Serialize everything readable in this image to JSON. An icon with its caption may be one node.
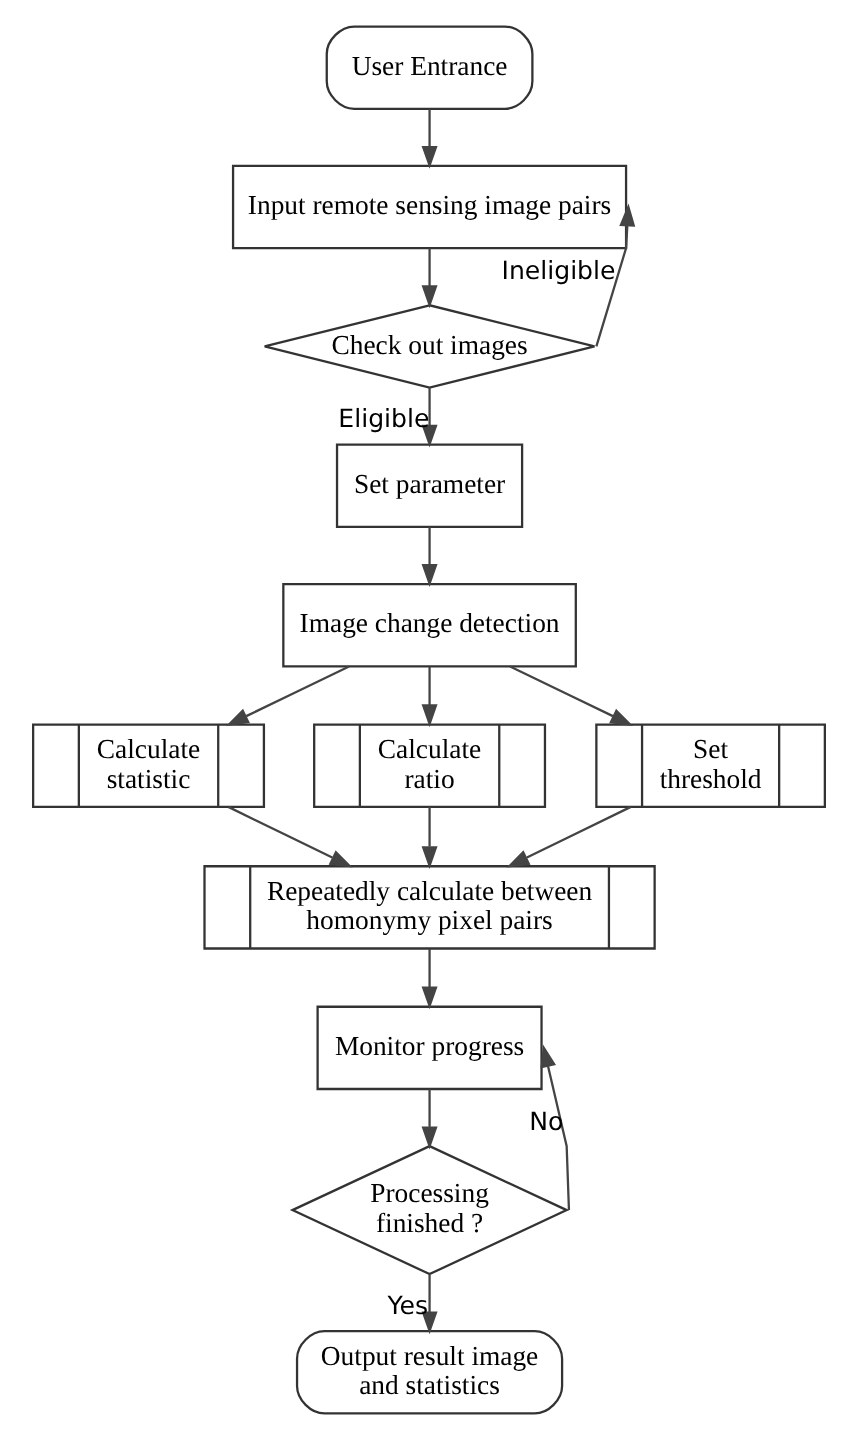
{
  "diagram": {
    "nodes": [
      {
        "text": [
          "User Entrance"
        ]
      },
      {
        "text": [
          "Input remote sensing image pairs"
        ]
      },
      {
        "text": [
          "Check out images"
        ]
      },
      {
        "text": [
          "Set parameter"
        ]
      },
      {
        "text": [
          "Image change detection"
        ]
      },
      {
        "text": [
          "Calculate statistic"
        ]
      },
      {
        "text": [
          "Calculate ratio"
        ]
      },
      {
        "text": [
          "Set threshold"
        ]
      },
      {
        "text": [
          "Repeatedly calculate between homonymy pixel pairs"
        ]
      },
      {
        "text": [
          "Monitor progress"
        ]
      },
      {
        "text": [
          "Processing finished ?"
        ]
      },
      {
        "text": [
          "Output result image and statistics"
        ]
      }
    ],
    "edges": [
      {
        "from": 0,
        "to": 1,
        "arrow": "to"
      },
      {
        "from": 1,
        "to": 2,
        "arrow": "to"
      },
      {
        "from": 2,
        "to": 1,
        "arrow": "to",
        "label": "Ineligible"
      },
      {
        "from": 2,
        "to": 3,
        "arrow": "to",
        "label": "Eligible"
      },
      {
        "from": 3,
        "to": 4,
        "arrow": "to"
      },
      {
        "from": 4,
        "to": 5,
        "arrow": "to"
      },
      {
        "from": 4,
        "to": 6,
        "arrow": "to"
      },
      {
        "from": 4,
        "to": 7,
        "arrow": "to"
      },
      {
        "from": 5,
        "to": 8,
        "arrow": "to"
      },
      {
        "from": 6,
        "to": 8,
        "arrow": "to"
      },
      {
        "from": 7,
        "to": 8,
        "arrow": "to"
      },
      {
        "from": 8,
        "to": 9,
        "arrow": "to"
      },
      {
        "from": 9,
        "to": 10,
        "arrow": "to"
      },
      {
        "from": 10,
        "to": 9,
        "arrow": "to",
        "label": "No"
      },
      {
        "from": 10,
        "to": 11,
        "arrow": "to",
        "label": "Yes"
      }
    ]
  }
}
